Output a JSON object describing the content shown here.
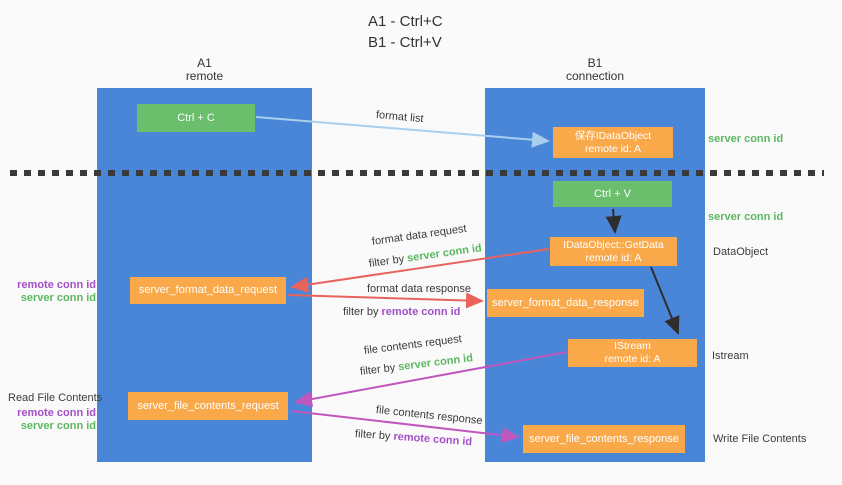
{
  "title": {
    "line1": "A1 - Ctrl+C",
    "line2": "B1 - Ctrl+V"
  },
  "columns": {
    "a1": {
      "name": "A1",
      "subtitle": "remote"
    },
    "b1": {
      "name": "B1",
      "subtitle": "connection"
    }
  },
  "nodes": {
    "ctrl_c": {
      "label": "Ctrl + C"
    },
    "ctrl_v": {
      "label": "Ctrl + V"
    },
    "save_dataobject": {
      "line1": "保存IDataObject",
      "line2": "remote id: A"
    },
    "getdata": {
      "line1": "IDataObject::GetData",
      "line2": "remote id: A"
    },
    "istream": {
      "line1": "IStream",
      "line2": "remote id: A"
    },
    "format_request": {
      "label": "server_format_data_request"
    },
    "format_response": {
      "label": "server_format_data_response"
    },
    "file_request": {
      "label": "server_file_contents_request"
    },
    "file_response": {
      "label": "server_file_contents_response"
    }
  },
  "side_labels": {
    "server_conn_id_top": "server conn id",
    "server_conn_id_mid": "server conn id",
    "dataobject": "DataObject",
    "istream": "Istream",
    "read_file_contents": "Read File Contents",
    "write_file_contents": "Write File Contents",
    "left_mid": {
      "remote": "remote conn id",
      "server": "server conn id"
    },
    "left_bottom": {
      "remote": "remote conn id",
      "server": "server conn id"
    }
  },
  "arrow_labels": {
    "format_list": "format list",
    "format_data_request": "format data request",
    "format_data_response": "format data response",
    "file_contents_request": "file contents request",
    "file_contents_response": "file contents response",
    "filter_by": "filter by",
    "server_conn_id": "server conn id",
    "remote_conn_id": "remote conn id"
  },
  "colors": {
    "background": "#fafafa",
    "lifeline_blue": "#4a86d8",
    "node_green": "#6abe6c",
    "node_orange": "#f9a84a",
    "green_text": "#5cb860",
    "purple_text": "#a44fc8",
    "red_arrow": "#e9635c",
    "magenta_arrow": "#c057be",
    "lightblue_arrow": "#a9cfee",
    "black_arrow": "#2d2d2d",
    "divider": "#3a3a3a"
  }
}
